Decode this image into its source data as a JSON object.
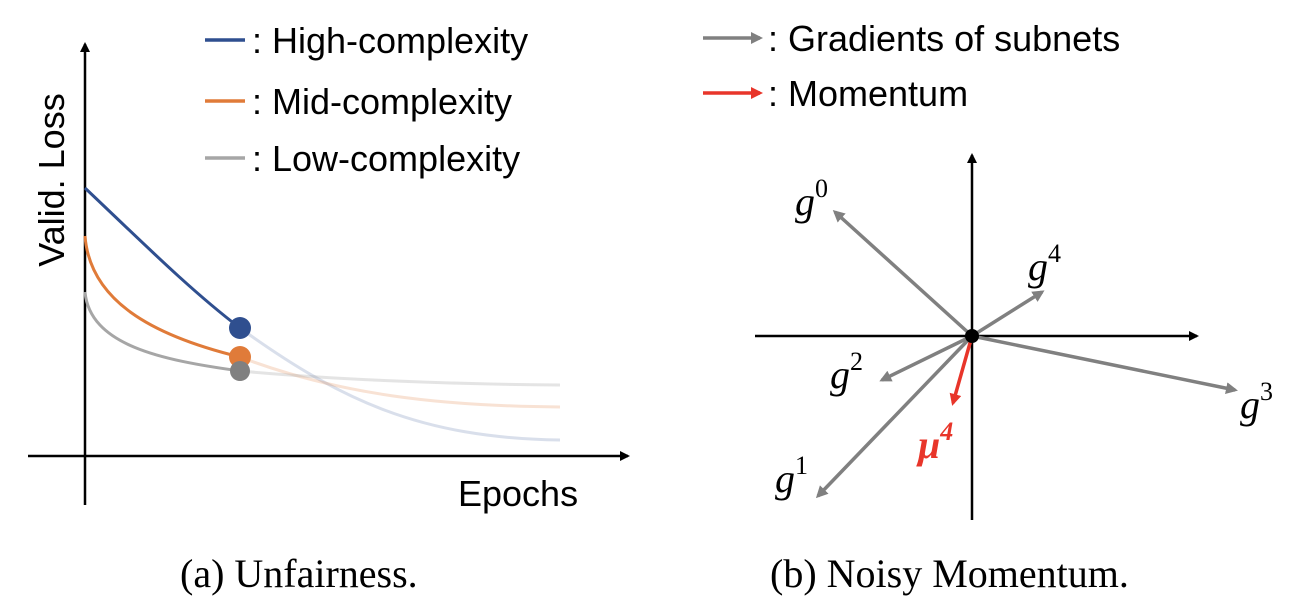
{
  "panel_a": {
    "axis_y_label": "Valid. Loss",
    "axis_x_label": "Epochs",
    "caption": "(a) Unfairness.",
    "legend": [
      {
        "label": ": High-complexity",
        "color": "#2f4f8f"
      },
      {
        "label": ": Mid-complexity",
        "color": "#e07b39"
      },
      {
        "label": ": Low-complexity",
        "color": "#a6a6a6"
      }
    ]
  },
  "panel_b": {
    "caption": "(b) Noisy Momentum.",
    "legend": [
      {
        "label": ": Gradients of subnets",
        "color": "#808080"
      },
      {
        "label": ": Momentum",
        "color": "#e8352a"
      }
    ],
    "vectors": [
      {
        "base": "g",
        "sup": "0",
        "color": "#808080"
      },
      {
        "base": "g",
        "sup": "1",
        "color": "#808080"
      },
      {
        "base": "g",
        "sup": "2",
        "color": "#808080"
      },
      {
        "base": "g",
        "sup": "3",
        "color": "#808080"
      },
      {
        "base": "g",
        "sup": "4",
        "color": "#808080"
      },
      {
        "base": "μ",
        "sup": "4",
        "color": "#e8352a"
      }
    ]
  }
}
